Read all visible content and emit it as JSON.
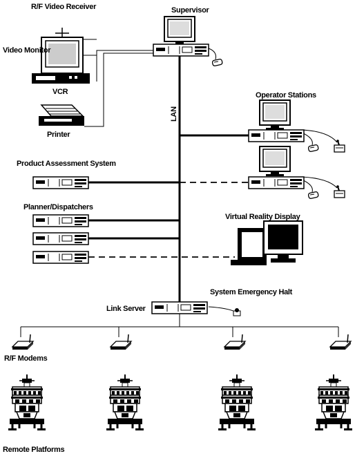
{
  "labels": {
    "supervisor": "Supervisor",
    "rf_video_receiver": "R/F Video Receiver",
    "video_monitor": "Video Monitor",
    "vcr": "VCR",
    "printer": "Printer",
    "lan": "LAN",
    "operator_stations": "Operator Stations",
    "product_assessment_system": "Product Assessment System",
    "planner_dispatchers": "Planner/Dispatchers",
    "virtual_reality_display": "Virtual Reality Display",
    "system_emergency_halt": "System Emergency Halt",
    "link_server": "Link Server",
    "rf_modems": "R/F Modems",
    "remote_platforms": "Remote Platforms"
  },
  "icons": {
    "computer": "computer-unit-icon",
    "monitor": "crt-monitor-icon",
    "mouse": "mouse-icon",
    "joystick": "joystick-icon",
    "modem": "rf-modem-icon",
    "platform": "remote-platform-icon",
    "printer": "printer-icon",
    "vcr": "vcr-icon",
    "halt_button": "emergency-halt-button-icon"
  },
  "connections": {
    "solid": "wired LAN link",
    "dashed": "optional link"
  }
}
